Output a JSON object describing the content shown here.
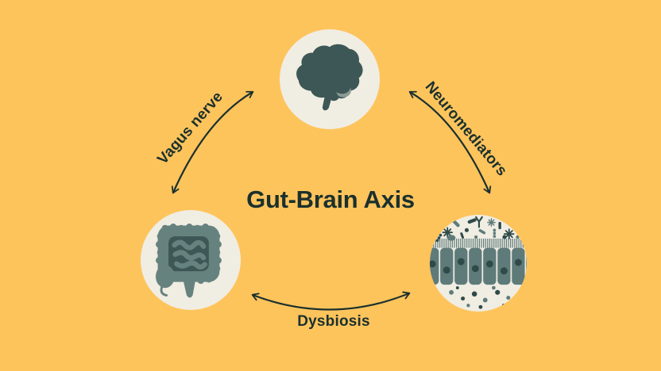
{
  "diagram": {
    "title": "Gut-Brain Axis",
    "labels": {
      "left": "Vagus nerve",
      "right": "Neuromediators",
      "bottom": "Dysbiosis"
    },
    "nodes": [
      {
        "id": "brain",
        "icon": "brain-icon",
        "position": "top-center"
      },
      {
        "id": "gut",
        "icon": "gut-icon",
        "position": "bottom-left"
      },
      {
        "id": "microbiome",
        "icon": "microbiome-icon",
        "position": "bottom-right"
      }
    ],
    "edges": [
      {
        "from": "gut",
        "to": "brain",
        "label": "Vagus nerve",
        "bidirectional": true
      },
      {
        "from": "brain",
        "to": "microbiome",
        "label": "Neuromediators",
        "bidirectional": true
      },
      {
        "from": "gut",
        "to": "microbiome",
        "label": "Dysbiosis",
        "bidirectional": true
      }
    ],
    "palette": {
      "background": "#fec45c",
      "node_circle": "#f0ede3",
      "ink": "#1b302d",
      "organ_dark": "#3d5756",
      "organ_mid": "#66827e",
      "organ_light": "#8b9b93",
      "cell": "#5e7b7a",
      "nucleus": "#2f4a48"
    }
  }
}
